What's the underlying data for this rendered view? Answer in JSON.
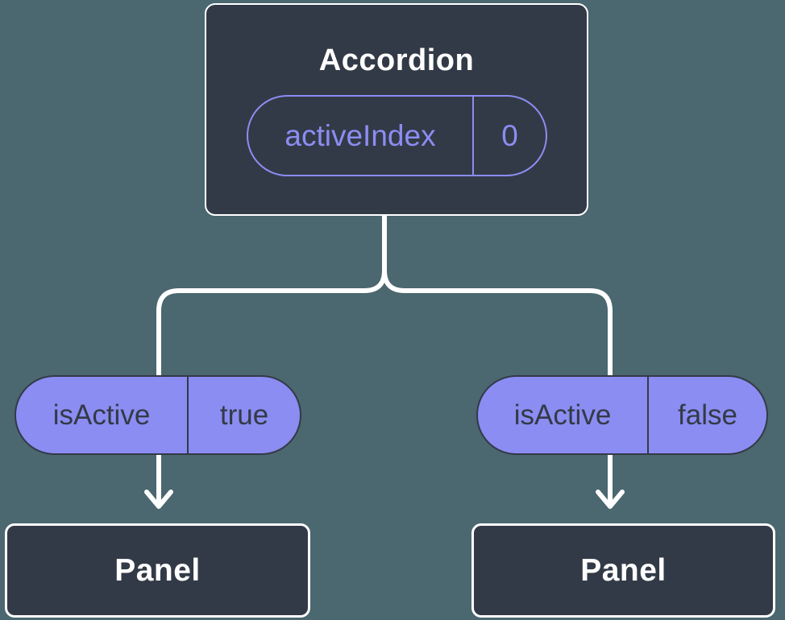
{
  "diagram": {
    "type": "component-tree",
    "colors": {
      "background": "#4B6770",
      "node_fill": "#333A47",
      "accent_purple": "#8B8DF2",
      "line_white": "#FFFFFF"
    },
    "root": {
      "title": "Accordion",
      "prop": {
        "name": "activeIndex",
        "value": "0"
      }
    },
    "branches": [
      {
        "state": {
          "name": "isActive",
          "value": "true"
        },
        "child": {
          "title": "Panel"
        }
      },
      {
        "state": {
          "name": "isActive",
          "value": "false"
        },
        "child": {
          "title": "Panel"
        }
      }
    ]
  }
}
